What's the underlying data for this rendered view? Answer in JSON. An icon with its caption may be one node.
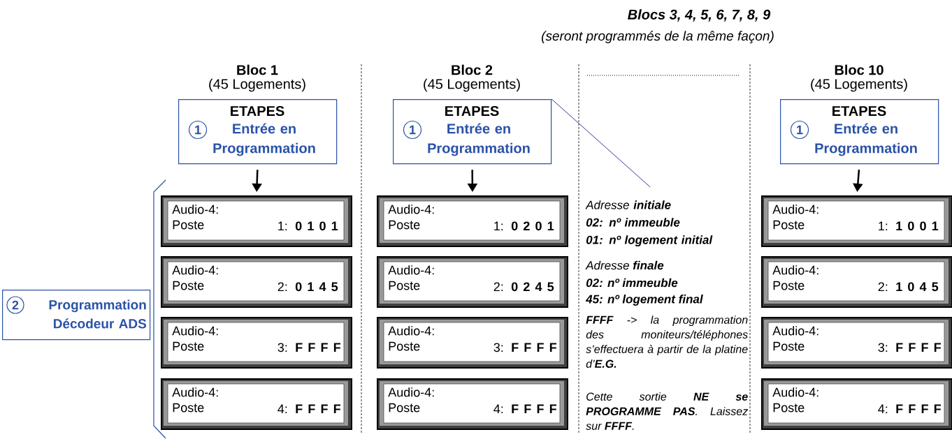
{
  "diagram": {
    "nodes": [
      {
        "text": [
          "Bloc 1",
          "(45 Logements)",
          "ETAPES",
          "1",
          "Entrée en Programmation"
        ]
      },
      {
        "text": [
          "Bloc 2",
          "(45 Logements)",
          "ETAPES",
          "1",
          "Entrée en Programmation"
        ]
      },
      {
        "text": [
          "Bloc 10",
          "(45 Logements)",
          "ETAPES",
          "1",
          "Entrée en Programmation"
        ]
      },
      {
        "text": [
          "2",
          "Programmation Décodeur ADS"
        ]
      },
      {
        "text": [
          "Audio-4: Poste",
          "1:",
          "0 1 0 1"
        ]
      },
      {
        "text": [
          "Audio-4: Poste",
          "2:",
          "0 1 4 5"
        ]
      },
      {
        "text": [
          "Audio-4: Poste",
          "3:",
          "F F F F"
        ]
      },
      {
        "text": [
          "Audio-4: Poste",
          "4:",
          "F F F F"
        ]
      },
      {
        "text": [
          "Audio-4: Poste",
          "1:",
          "0 2 0 1"
        ]
      },
      {
        "text": [
          "Audio-4: Poste",
          "2:",
          "0 2 4 5"
        ]
      },
      {
        "text": [
          "Audio-4: Poste",
          "3:",
          "F F F F"
        ]
      },
      {
        "text": [
          "Audio-4: Poste",
          "4:",
          "F F F F"
        ]
      },
      {
        "text": [
          "Adresse **initiale**",
          "**02: nº immeuble**",
          "**01: nº logement initial**"
        ]
      },
      {
        "text": [
          "Audio-4: Poste",
          "1:",
          "1 0 0 1"
        ]
      },
      {
        "text": [
          "Audio-4: Poste",
          "2:",
          "1 0 4 5"
        ]
      },
      {
        "text": [
          "Audio-4: Poste",
          "3:",
          "F F F F"
        ]
      },
      {
        "text": [
          "Audio-4: Poste",
          "4:",
          "F F F F"
        ]
      }
    ],
    "edges": [
      {
        "from": 0,
        "to": 4,
        "arrow": "to"
      },
      {
        "from": 1,
        "to": 8,
        "arrow": "to"
      },
      {
        "from": 2,
        "to": 13,
        "arrow": "to"
      },
      {
        "from": 12,
        "to": 1,
        "arrow": "none",
        "color": "#1f1f8f"
      }
    ],
    "labels": [
      "Blocs 3, 4, 5, 6, 7, 8, 9",
      "(seront programmés de la même façon)",
      "Adresse **finale**",
      "**02: nº immeuble**",
      "**45: nº logement final**",
      "**FFFF** -> la programmation des moniteurs/téléphones s’effectuera à partir de la platine d’**E.G.**",
      "Cette sortie **NE se PROGRAMME PAS**. Laissez sur **FFFF**."
    ]
  }
}
